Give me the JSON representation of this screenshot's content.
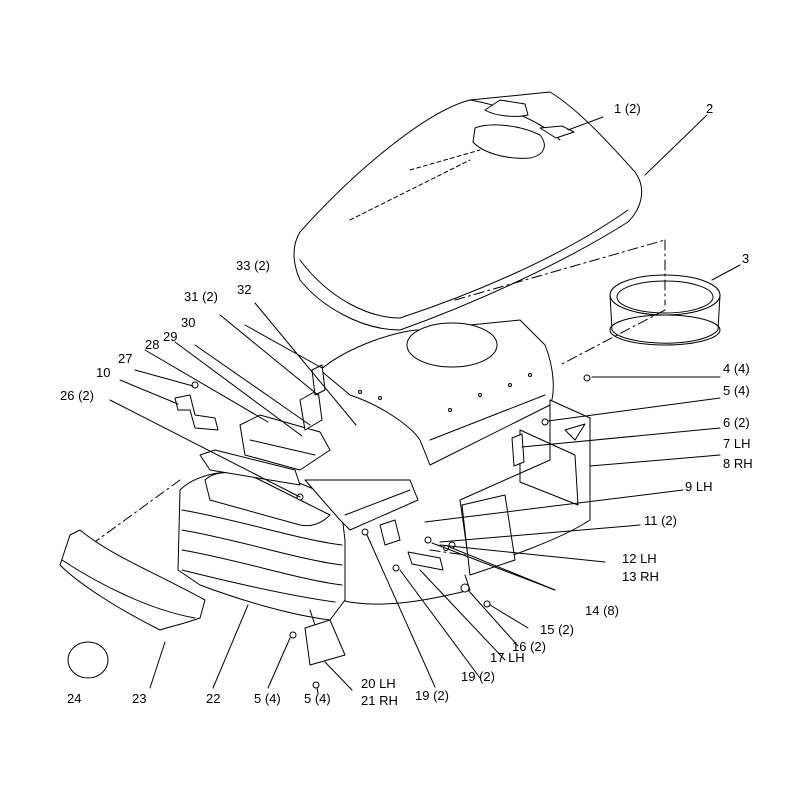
{
  "labels": {
    "l1": "1 (2)",
    "l2": "2",
    "l3": "3",
    "l4": "4 (4)",
    "l5a": "5 (4)",
    "l6": "6 (2)",
    "l7": "7 LH",
    "l8": "8 RH",
    "l9": "9 LH",
    "l10": "10",
    "l11": "11 (2)",
    "l12": "12 LH",
    "l13": "13 RH",
    "l14": "14 (8)",
    "l15": "15 (2)",
    "l16": "16 (2)",
    "l17": "17 LH",
    "l19a": "19 (2)",
    "l19b": "19 (2)",
    "l20": "20 LH",
    "l21": "21 RH",
    "l22": "22",
    "l23": "23",
    "l24": "24",
    "l5b": "5 (4)",
    "l5c": "5 (4)",
    "l26": "26 (2)",
    "l27": "27",
    "l28": "28",
    "l29": "29",
    "l30": "30",
    "l31": "31 (2)",
    "l32": "32",
    "l33": "33 (2)"
  }
}
